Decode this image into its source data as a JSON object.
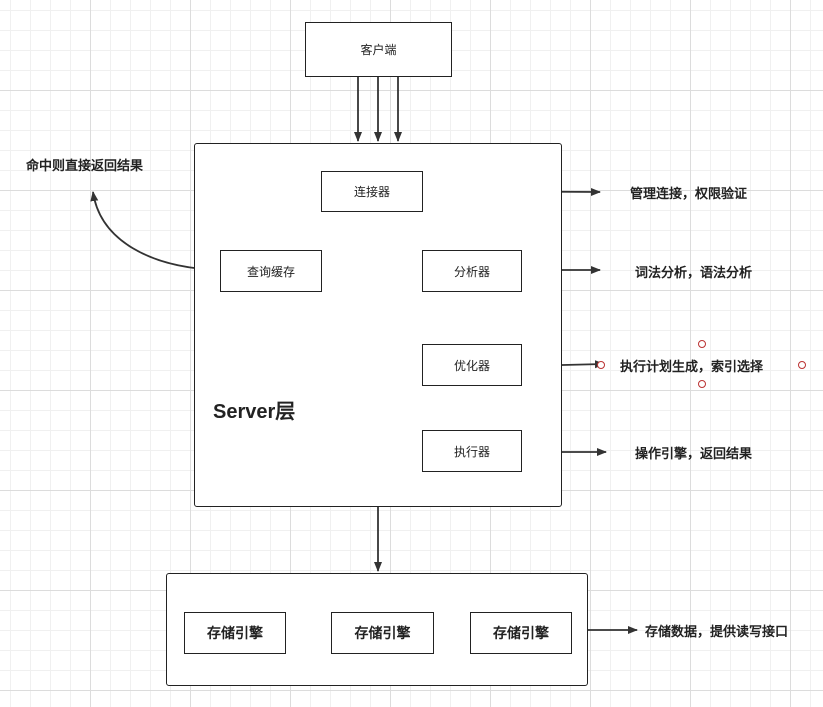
{
  "client": {
    "label": "客户端"
  },
  "server": {
    "layer_label": "Server层",
    "connector": "连接器",
    "query_cache": "查询缓存",
    "analyzer": "分析器",
    "optimizer": "优化器",
    "executor": "执行器"
  },
  "storage": {
    "engines": [
      "存储引擎",
      "存储引擎",
      "存储引擎"
    ]
  },
  "annotations": {
    "cache_hit": "命中则直接返回结果",
    "connector_desc": "管理连接，权限验证",
    "analyzer_desc": "词法分析，语法分析",
    "optimizer_desc": "执行计划生成，索引选择",
    "executor_desc": "操作引擎，返回结果",
    "storage_desc": "存储数据，提供读写接口"
  },
  "colors": {
    "line": "#333333",
    "handle": "#b33333"
  }
}
